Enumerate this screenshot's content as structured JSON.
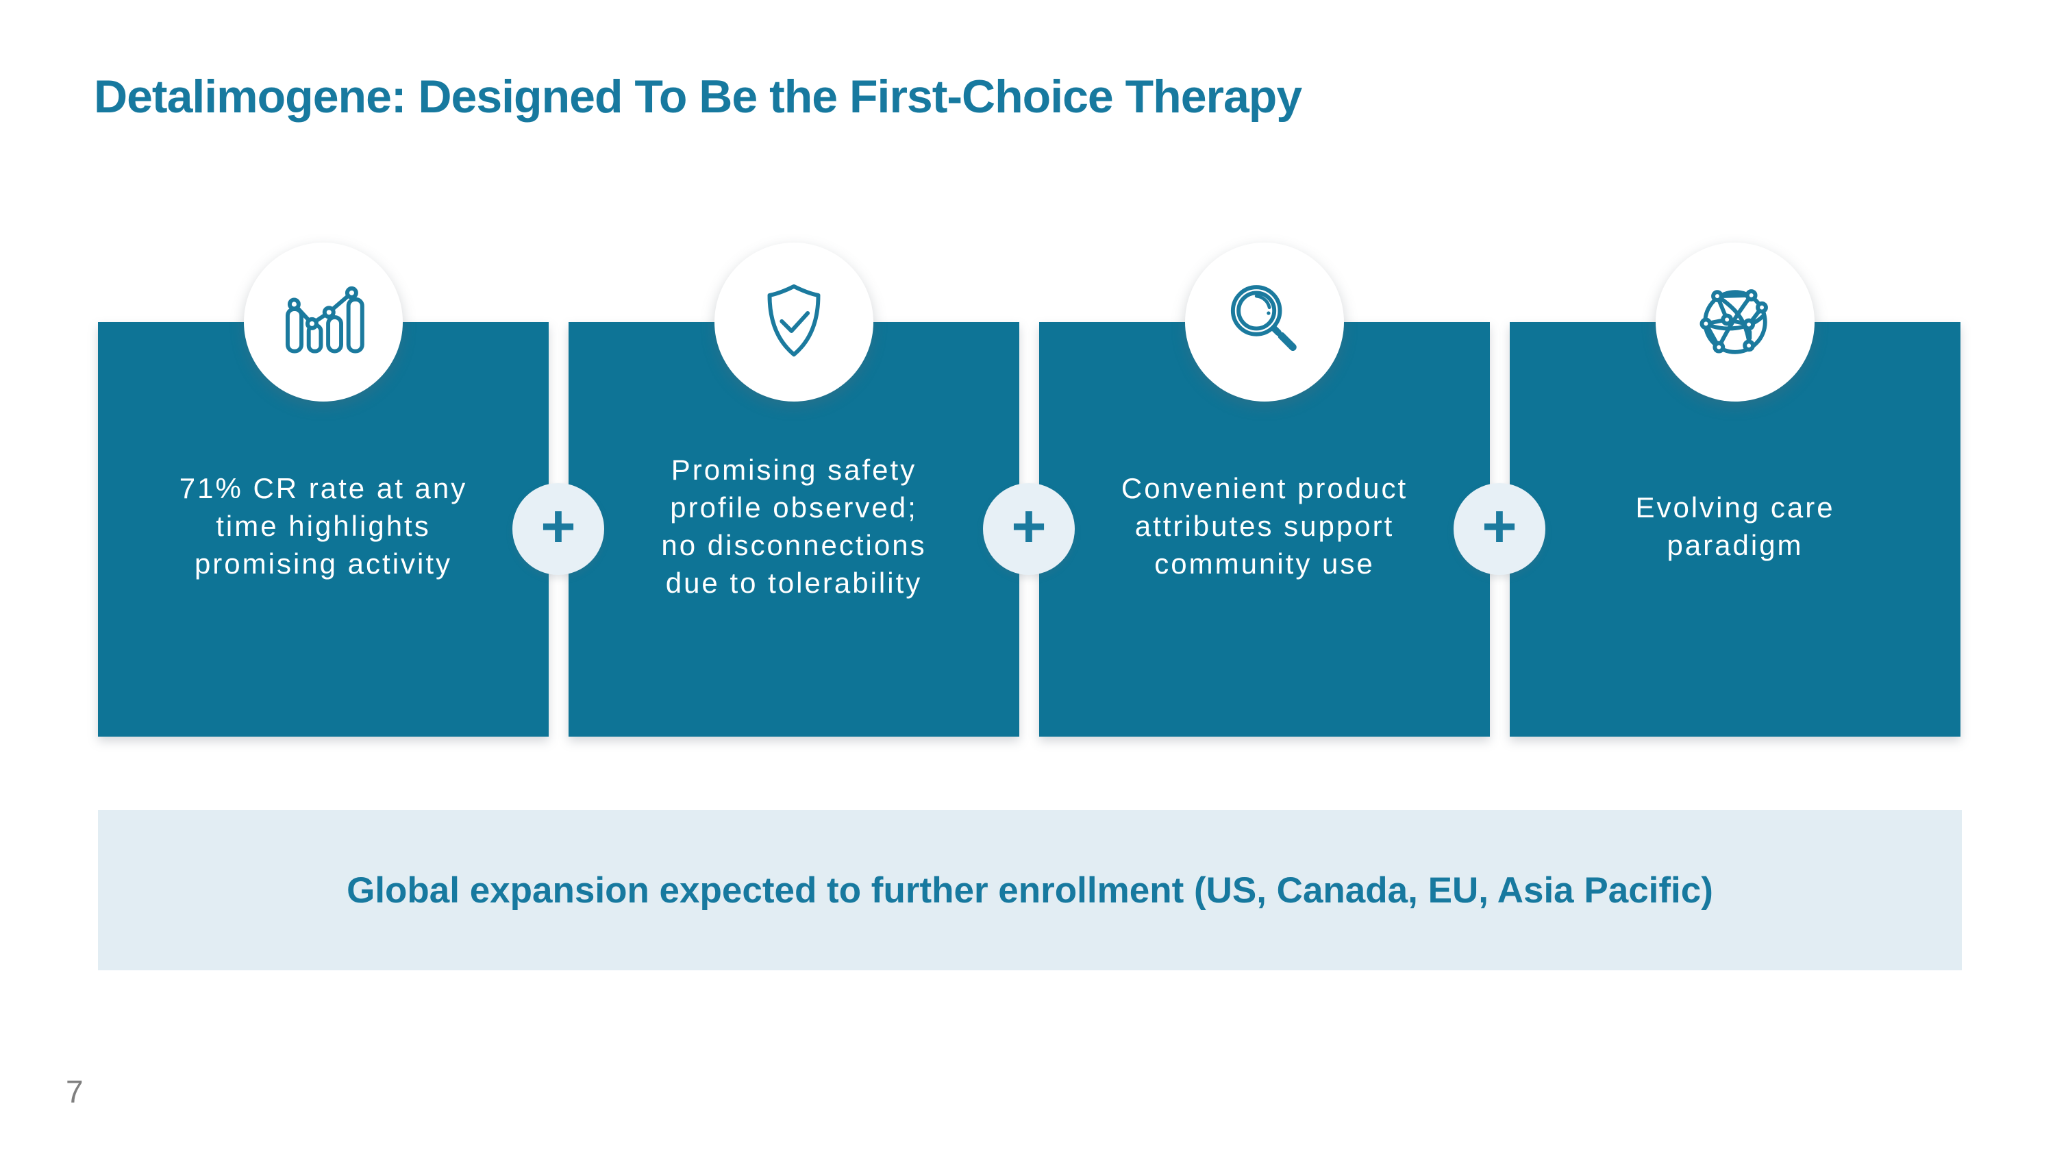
{
  "slide": {
    "title": "Detalimogene: Designed To Be the First-Choice Therapy",
    "connector_symbol": "+",
    "cards": [
      {
        "icon": "bar-chart-icon",
        "text": "71% CR rate at any\ntime highlights\npromising activity"
      },
      {
        "icon": "shield-check-icon",
        "text": "Promising safety\nprofile observed;\nno disconnections\ndue to tolerability"
      },
      {
        "icon": "magnifier-icon",
        "text": "Convenient product\nattributes support\ncommunity use"
      },
      {
        "icon": "globe-network-icon",
        "text": "Evolving care\nparadigm"
      }
    ],
    "banner_text": "Global expansion expected to further enrollment (US, Canada, EU, Asia Pacific)",
    "page_number": "7",
    "colors": {
      "card_teal": "#0e7496",
      "accent_teal": "#17799f",
      "icon_stroke": "#1b7a9e",
      "light_blue": "#e2edf3",
      "card_text": "#ffffff",
      "page_number_gray": "#7f7f7f"
    }
  }
}
